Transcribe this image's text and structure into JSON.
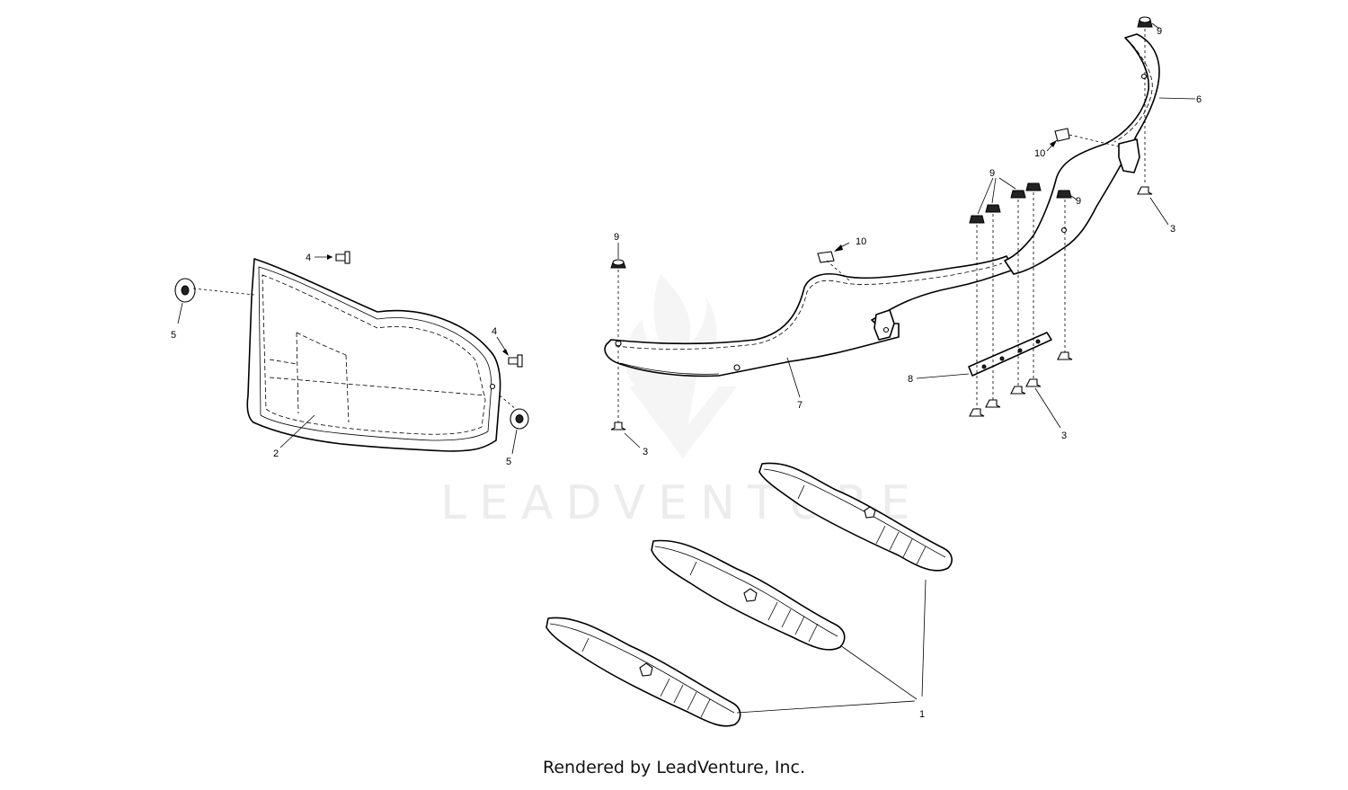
{
  "watermark": {
    "text": "LEADVENTURE"
  },
  "footer": {
    "text": "Rendered by LeadVenture, Inc."
  },
  "callouts": {
    "blades": "1",
    "cover": "2",
    "bolt_lower_left": "3",
    "bolt_right_top": "3",
    "bolt_right_bottom": "3",
    "screw_top": "4",
    "screw_right": "4",
    "washer_left": "5",
    "washer_right": "5",
    "baffle_right": "6",
    "baffle_main": "7",
    "plate": "8",
    "nut_left": "9",
    "nut_top": "9",
    "nut_cluster": "9",
    "nut_right": "9",
    "clip_left": "10",
    "clip_right": "10"
  }
}
